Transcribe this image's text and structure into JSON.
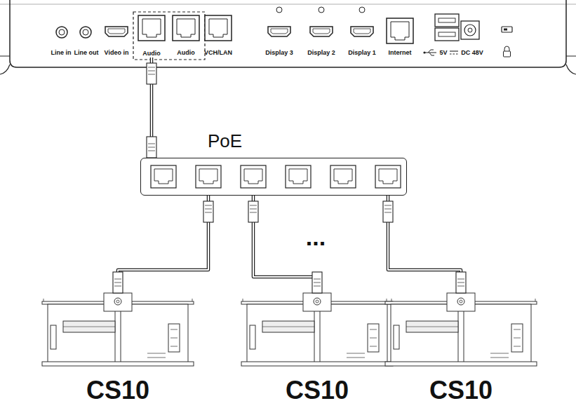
{
  "diagram": {
    "nodes": [
      {
        "text": [
          "Audio"
        ]
      },
      {
        "text": [
          "PoE"
        ]
      },
      {
        "text": [
          "CS10"
        ]
      },
      {
        "text": [
          "CS10"
        ]
      },
      {
        "text": [
          "CS10"
        ]
      }
    ],
    "edges": [
      {
        "from": 0,
        "to": 1,
        "arrow": "none"
      },
      {
        "from": 1,
        "to": 2,
        "arrow": "none"
      },
      {
        "from": 1,
        "to": 3,
        "arrow": "none"
      },
      {
        "from": 1,
        "to": 4,
        "arrow": "none"
      }
    ],
    "labels": [
      "Line in",
      "Line out",
      "Video in",
      "Audio",
      "VCH/LAN",
      "Display 3",
      "Display 2",
      "Display 1",
      "Internet",
      "5V",
      "DC 48V",
      "..."
    ]
  }
}
